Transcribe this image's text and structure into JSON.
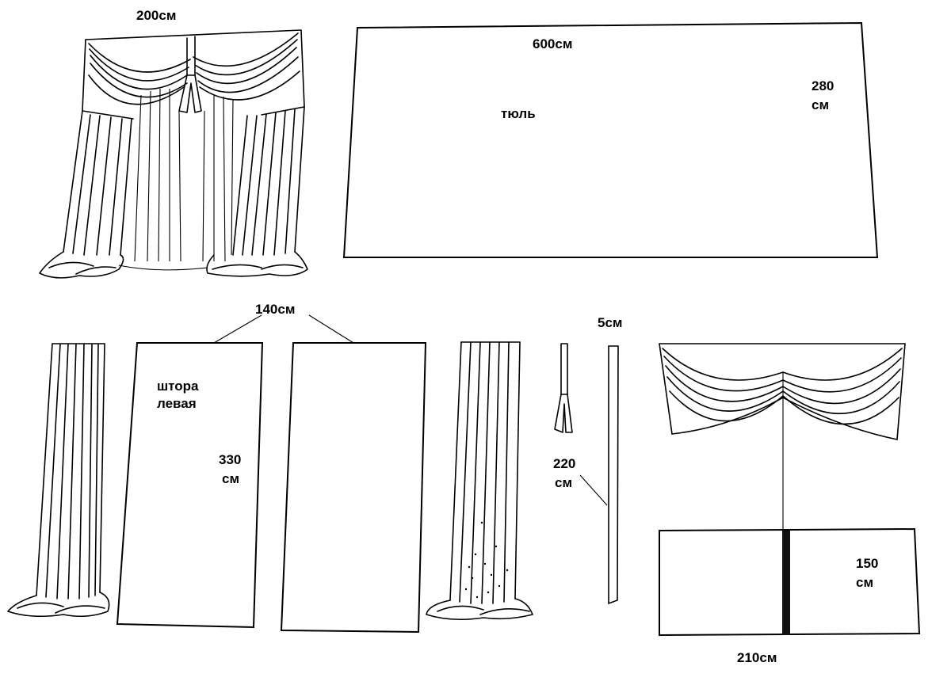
{
  "labels": {
    "top_curtain_width": "200см",
    "tulle_width": "600см",
    "tulle_name": "тюль",
    "tulle_height_num": "280",
    "tulle_height_unit": "см",
    "panel_width": "140см",
    "left_curtain_name_1": "штора",
    "left_curtain_name_2": "левая",
    "panel_height_num": "330",
    "panel_height_unit": "см",
    "tieback_width": "5см",
    "tieback_length_num": "220",
    "tieback_length_unit": "см",
    "valance_height_num": "150",
    "valance_height_unit": "см",
    "valance_width": "210см"
  },
  "colors": {
    "ink": "#000000",
    "paper": "#ffffff"
  }
}
